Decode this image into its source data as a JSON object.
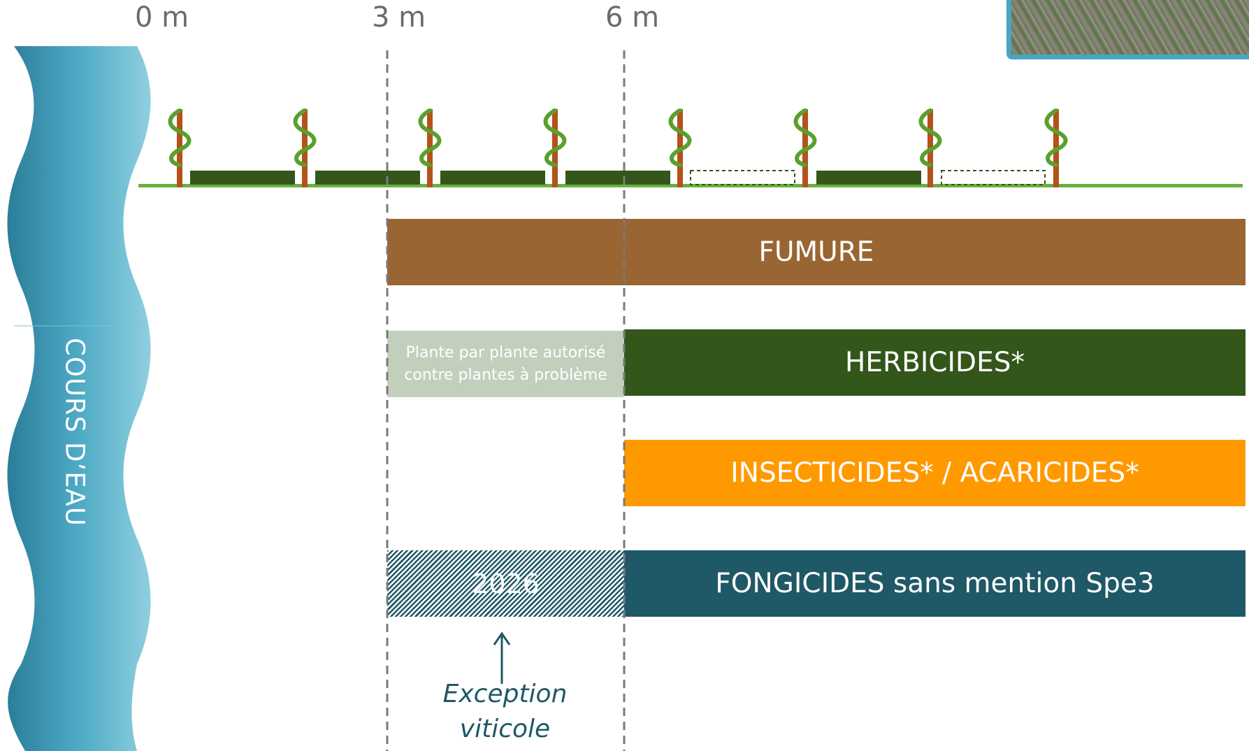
{
  "distance_labels": {
    "m0": "0 m",
    "m3": "3 m",
    "m6": "6 m"
  },
  "river": {
    "label": "COURS D’EAU"
  },
  "bands": {
    "fumure": "FUMURE",
    "herbicides": "HERBICIDES*",
    "herbicides_exception": "Plante par plante autorisé contre plantes à problème",
    "insecticides": "INSECTICIDES* / ACARICIDES*",
    "fongicides": "FONGICIDES sans mention Spe3",
    "fongicides_exception_year": "2026"
  },
  "annotation": {
    "exception": "Exception viticole"
  },
  "colors": {
    "river": "#4aa6c0",
    "fumure": "#996633",
    "herbicides": "#33561a",
    "herbicides_exception": "#c3cfbd",
    "insecticides": "#ff9900",
    "fongicides": "#1f5866",
    "ground": "#6ab03e",
    "vine_post": "#b3521a",
    "vine_plant": "#5aa02c"
  },
  "icons": {
    "vine": "vine-plant-icon",
    "grass_strip": "grass-strip-icon",
    "bare_strip": "bare-soil-strip-icon",
    "arrow": "arrow-up-icon"
  }
}
